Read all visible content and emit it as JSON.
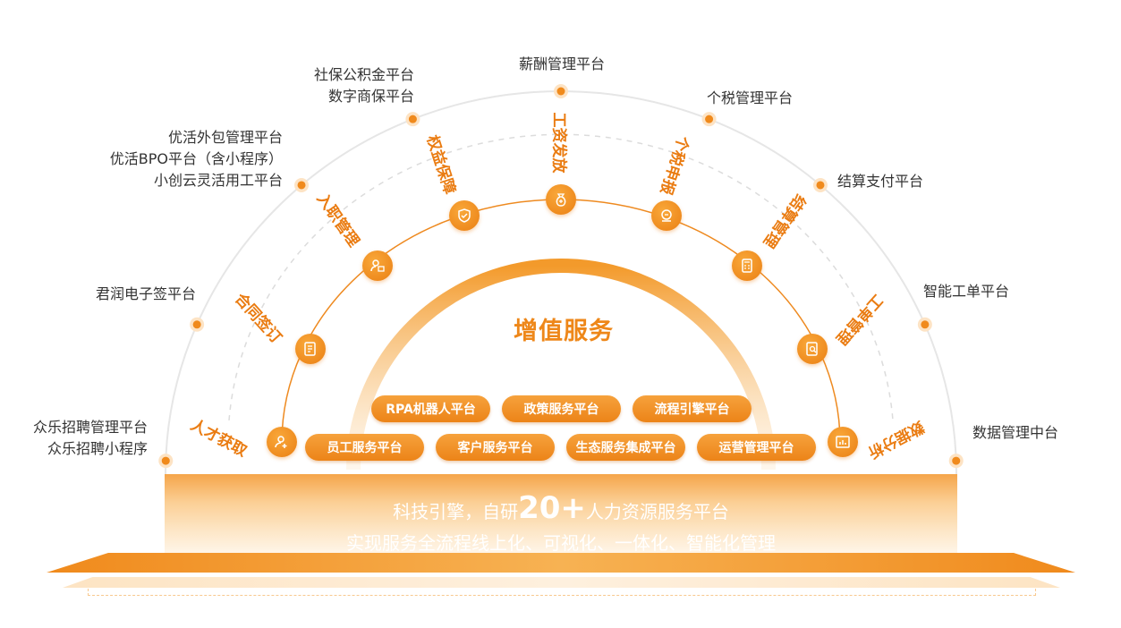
{
  "platforms": {
    "talent": [
      "众乐招聘管理平台",
      "众乐招聘小程序"
    ],
    "esign": [
      "君润电子签平台"
    ],
    "hr": [
      "优活外包管理平台",
      "优活BPO平台（含小程序）",
      "小创云灵活用工平台"
    ],
    "social": [
      "社保公积金平台",
      "数字商保平台"
    ],
    "salary": [
      "薪酬管理平台"
    ],
    "tax": [
      "个税管理平台"
    ],
    "settle": [
      "结算支付平台"
    ],
    "ticket": [
      "智能工单平台"
    ],
    "data": [
      "数据管理中台"
    ]
  },
  "services": {
    "talent": "人才获取",
    "contract": "合同签订",
    "onboard": "入职管理",
    "benefits": "权益保障",
    "payroll": "工资发放",
    "tax": "个税申报",
    "settlement": "结算管理",
    "ticket": "工单管理",
    "analysis": "数据分析"
  },
  "value_added": {
    "title": "增值服务",
    "row1": [
      "RPA机器人平台",
      "政策服务平台",
      "流程引擎平台"
    ],
    "row2": [
      "员工服务平台",
      "客户服务平台",
      "生态服务集成平台",
      "运营管理平台"
    ]
  },
  "base": {
    "line1_pre": "科技引擎，自研",
    "line1_big": "20+",
    "line1_post": "人力资源服务平台",
    "line2": "实现服务全流程线上化、可视化、一体化、智能化管理"
  },
  "colors": {
    "accent": "#ee8719",
    "arc": "#e9e9e9"
  }
}
